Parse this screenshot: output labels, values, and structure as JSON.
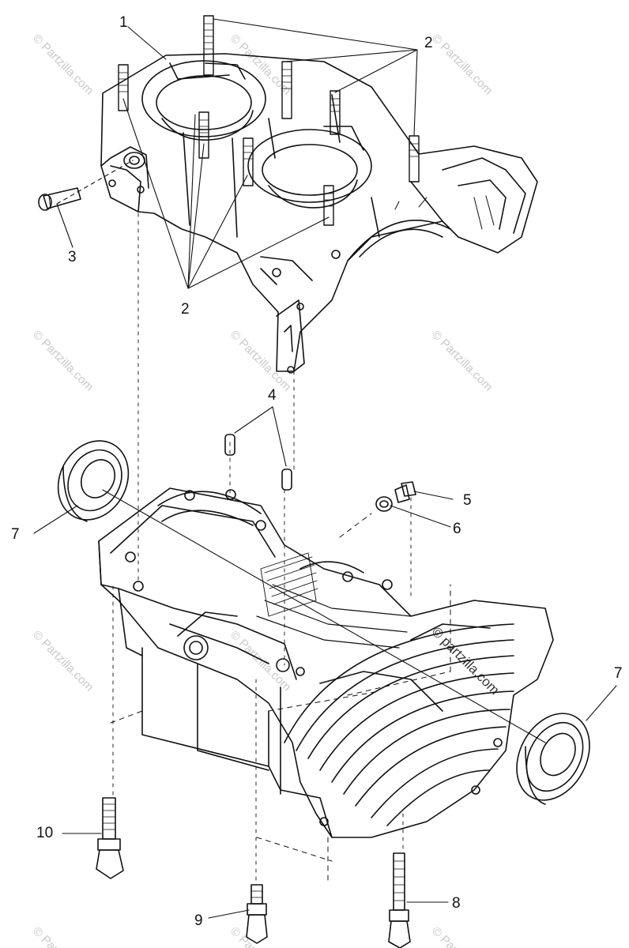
{
  "callouts": {
    "c1": "1",
    "c2_top": "2",
    "c2_mid": "2",
    "c3": "3",
    "c4": "4",
    "c5": "5",
    "c6": "6",
    "c7_left": "7",
    "c7_right": "7",
    "c8": "8",
    "c9": "9",
    "c10": "10"
  },
  "watermark": {
    "text": "© Partzilla.com",
    "inline_text": "© partzilla.com"
  },
  "colors": {
    "ink": "#111111",
    "watermark": "#c9c9c9"
  }
}
